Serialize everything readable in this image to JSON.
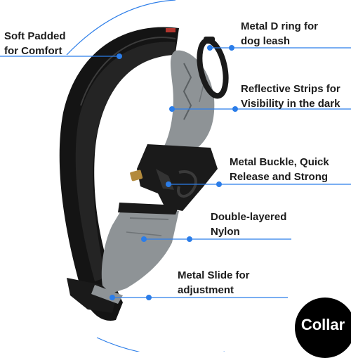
{
  "callouts": {
    "soft_padded": [
      "Soft Padded",
      "for Comfort"
    ],
    "d_ring": [
      "Metal D ring for",
      "dog leash"
    ],
    "reflective": [
      "Reflective Strips for",
      "Visibility in the dark"
    ],
    "buckle": [
      "Metal Buckle, Quick",
      "Release and Strong"
    ],
    "nylon": [
      "Double-layered",
      "Nylon"
    ],
    "slide": [
      "Metal Slide for",
      "adjustment"
    ]
  },
  "badge": {
    "label": "Collar"
  },
  "colors": {
    "accent_line": "#2b7de9",
    "strap_gray": "#8e9396",
    "padding_black": "#141414",
    "hardware_black": "#1a1a1a",
    "buckle_gold": "#b38a3c",
    "badge_bg": "#000000"
  }
}
